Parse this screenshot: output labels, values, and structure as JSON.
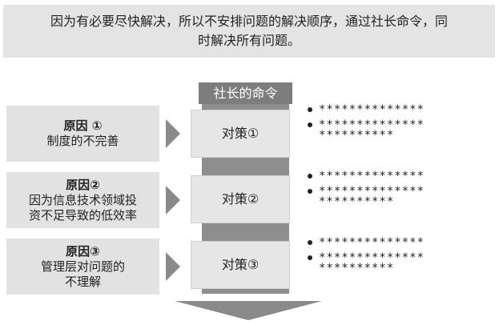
{
  "banner": {
    "line1": "因为有必要尽快解决，所以不安排问题的解决顺序，通过社长命令，同",
    "line2": "时解决所有问题。"
  },
  "command_header": "社长的命令",
  "rows": [
    {
      "cause_title": "原因 ①",
      "cause_lines": [
        "制度的不完善"
      ],
      "measure": "对策①",
      "bullets": [
        "**************",
        "**************\n**********"
      ]
    },
    {
      "cause_title": "原因②",
      "cause_lines": [
        "因为信息技术领域投",
        "资不足导致的低效率"
      ],
      "measure": "对策②",
      "bullets": [
        "**************",
        "**************\n**********"
      ]
    },
    {
      "cause_title": "原因③",
      "cause_lines": [
        "管理层对问题的",
        "不理解"
      ],
      "measure": "对策③",
      "bullets": [
        "**************",
        "**************\n**********"
      ]
    }
  ],
  "colors": {
    "banner_bg": "#e4e4e4",
    "header_bg": "#7d7d7d",
    "column_bg": "#8e8e8e",
    "cause_bg": "#e2e2e2",
    "measure_bg": "#e6e6e6",
    "arrow": "#8a8a8a"
  }
}
